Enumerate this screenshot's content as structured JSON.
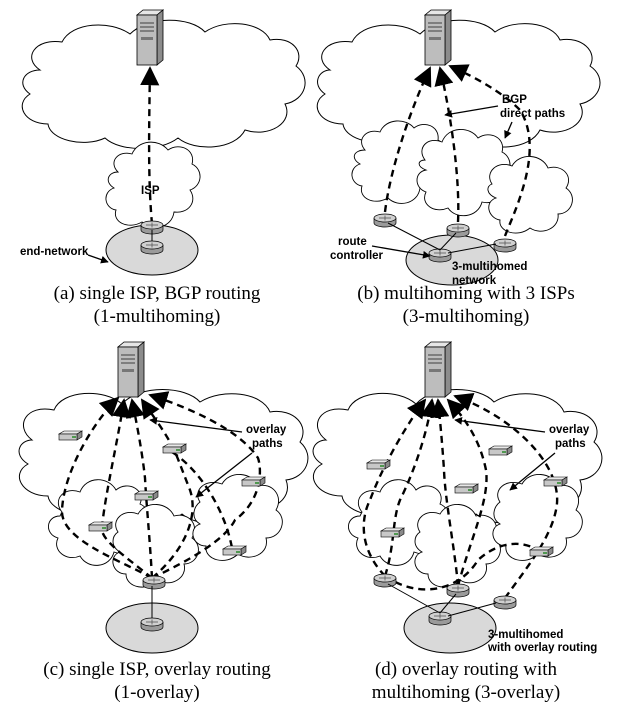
{
  "panels": [
    {
      "id": "a",
      "labels": {
        "isp": "ISP",
        "end_network": "end-network"
      },
      "caption": [
        "(a) single ISP, BGP routing",
        "(1-multihoming)"
      ]
    },
    {
      "id": "b",
      "labels": {
        "bgp": "BGP",
        "direct_paths": "direct paths",
        "route": "route",
        "controller": "controller",
        "multihomed": "3-multihomed",
        "network": "network"
      },
      "caption": [
        "(b) multihoming with 3 ISPs",
        "(3-multihoming)"
      ]
    },
    {
      "id": "c",
      "labels": {
        "overlay": "overlay",
        "paths": "paths"
      },
      "caption": [
        "(c) single ISP, overlay routing",
        "(1-overlay)"
      ]
    },
    {
      "id": "d",
      "labels": {
        "overlay": "overlay",
        "paths": "paths",
        "multihomed": "3-multihomed",
        "with_overlay": "with overlay routing"
      },
      "caption": [
        "(d) overlay routing with",
        "multihoming (3-overlay)"
      ]
    }
  ],
  "icons": [
    "server-icon",
    "router-icon",
    "overlay-node-icon",
    "cloud-icon"
  ],
  "colors": {
    "end_network_fill": "#d9d9d9",
    "stroke": "#000000",
    "background": "#ffffff"
  }
}
